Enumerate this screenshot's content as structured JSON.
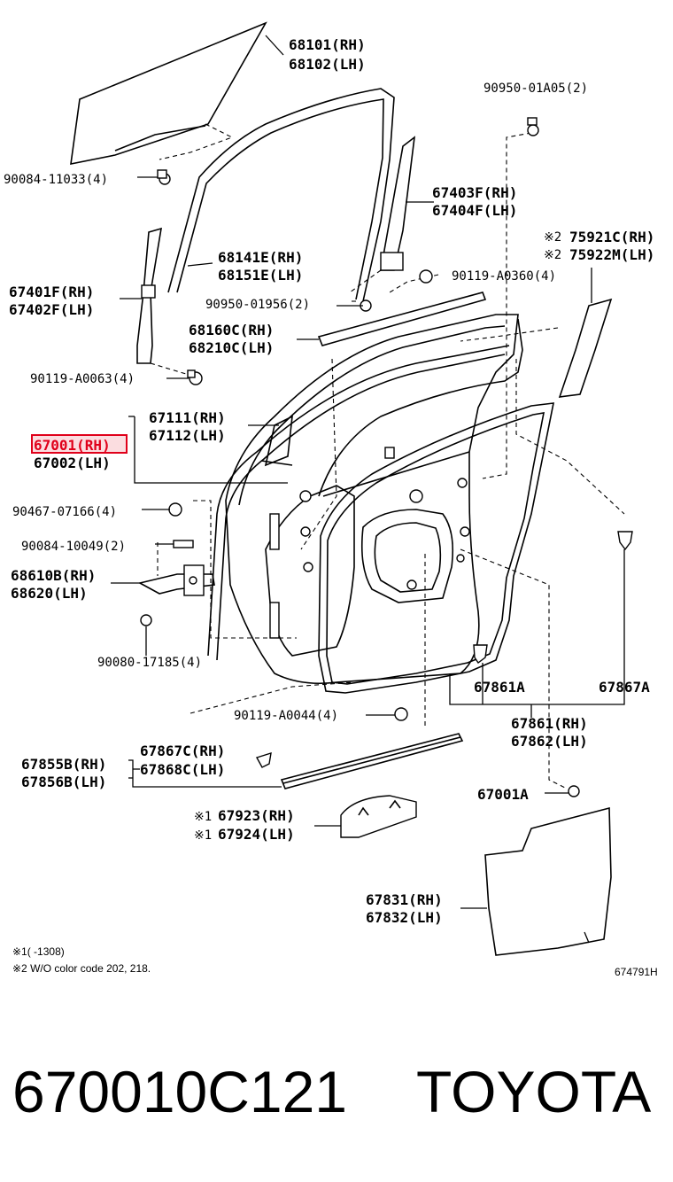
{
  "labels": {
    "l_68101": "68101(RH)",
    "l_68102": "68102(LH)",
    "l_9095001a05": "90950-01A05(2)",
    "l_9008411033": "90084-11033(4)",
    "l_67403f": "67403F(RH)",
    "l_67404f": "67404F(LH)",
    "l_75921c": "75921C(RH)",
    "l_75922m": "75922M(LH)",
    "l_68141e": "68141E(RH)",
    "l_68151e": "68151E(LH)",
    "l_90119a0360": "90119-A0360(4)",
    "l_67401f": "67401F(RH)",
    "l_67402f": "67402F(LH)",
    "l_9095001956": "90950-01956(2)",
    "l_68160c": "68160C(RH)",
    "l_68210c": "68210C(LH)",
    "l_90119a0063": "90119-A0063(4)",
    "l_67111": "67111(RH)",
    "l_67112": "67112(LH)",
    "l_67001": "67001(RH)",
    "l_67002": "67002(LH)",
    "l_9046707166": "90467-07166(4)",
    "l_9008410049": "90084-10049(2)",
    "l_68610b": "68610B(RH)",
    "l_68620": "68620(LH)",
    "l_9008017185": "90080-17185(4)",
    "l_67861a": "67861A",
    "l_67867a": "67867A",
    "l_90119a0044": "90119-A0044(4)",
    "l_67861": "67861(RH)",
    "l_67862": "67862(LH)",
    "l_67867c": "67867C(RH)",
    "l_67868c": "67868C(LH)",
    "l_67855b": "67855B(RH)",
    "l_67856b": "67856B(LH)",
    "l_67001a": "67001A",
    "l_67923": "67923(RH)",
    "l_67924": "67924(LH)",
    "l_67831": "67831(RH)",
    "l_67832": "67832(LH)"
  },
  "marks": {
    "note1": "※1",
    "note2": "※2"
  },
  "notes": {
    "n1": "※1(      -1308)",
    "n2": "※2 W/O color code 202, 218."
  },
  "diagram_code": "674791H",
  "footer": {
    "part_number": "670010C121",
    "brand": "TOYOTA"
  },
  "highlight_color": "#e0001a"
}
